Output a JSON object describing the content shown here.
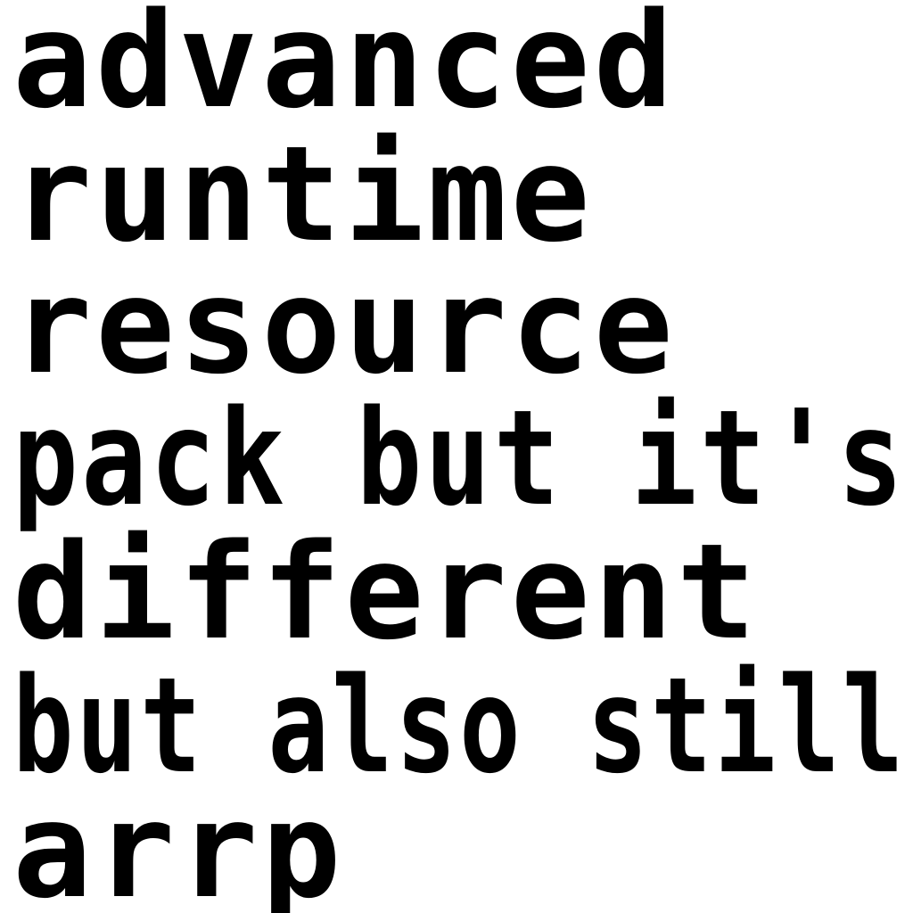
{
  "lines": [
    "advanced",
    "runtime",
    "resource",
    "pack but it's",
    "different",
    "but also still",
    "arrp"
  ],
  "colors": {
    "background": "#ffffff",
    "text": "#000000"
  }
}
